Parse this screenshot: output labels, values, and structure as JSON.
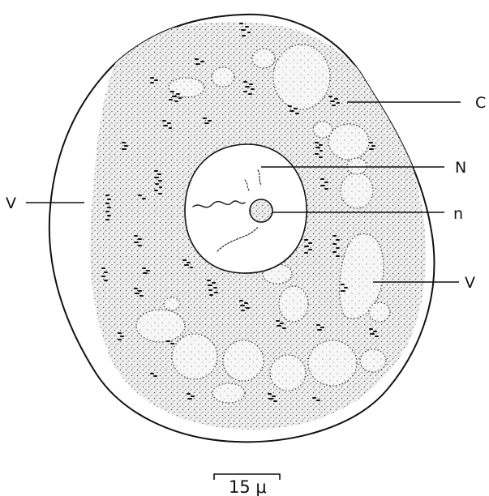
{
  "labels": {
    "contractile": "C",
    "nucleus": "N",
    "nucleolus": "n",
    "vacuole_left": "V",
    "vacuole_right": "V"
  },
  "scale_bar": {
    "text": "15 μ"
  },
  "colors": {
    "ink": "#111111",
    "background": "#ffffff",
    "cytoplasm": "#e6e6e6"
  }
}
